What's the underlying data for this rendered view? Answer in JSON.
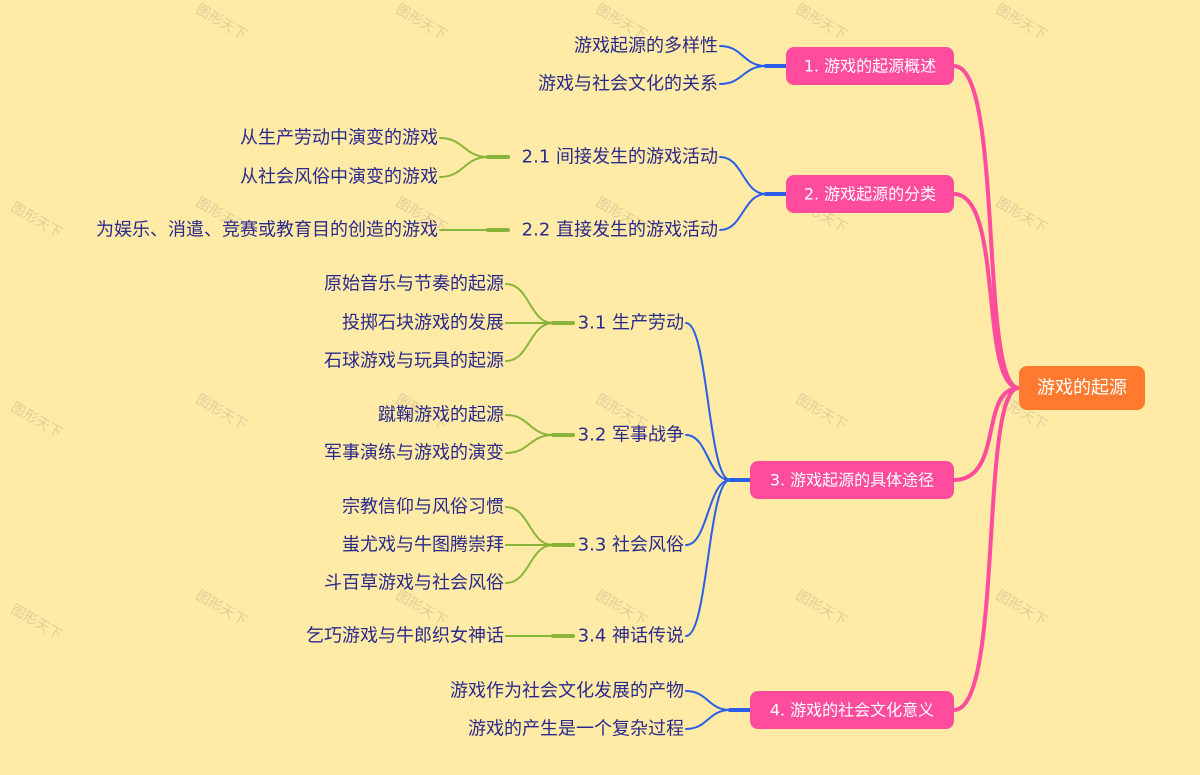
{
  "root": {
    "label": "游戏的起源"
  },
  "watermark": "图形天下",
  "colors": {
    "background": "#ffeaa6",
    "root": "#ff7a2e",
    "level1": "#ff4c9c",
    "link_root": "#ff4c9c",
    "link_level1": "#2a5ee8",
    "link_level2": "#8ab33a",
    "text": "#2a2a8c"
  },
  "branches": [
    {
      "label": "1. 游戏的起源概述",
      "children": [
        {
          "label": "游戏起源的多样性"
        },
        {
          "label": "游戏与社会文化的关系"
        }
      ]
    },
    {
      "label": "2. 游戏起源的分类",
      "children": [
        {
          "label": "2.1 间接发生的游戏活动",
          "children": [
            {
              "label": "从生产劳动中演变的游戏"
            },
            {
              "label": "从社会风俗中演变的游戏"
            }
          ]
        },
        {
          "label": "2.2 直接发生的游戏活动",
          "children": [
            {
              "label": "为娱乐、消遣、竞赛或教育目的创造的游戏"
            }
          ]
        }
      ]
    },
    {
      "label": "3. 游戏起源的具体途径",
      "children": [
        {
          "label": "3.1 生产劳动",
          "children": [
            {
              "label": "原始音乐与节奏的起源"
            },
            {
              "label": "投掷石块游戏的发展"
            },
            {
              "label": "石球游戏与玩具的起源"
            }
          ]
        },
        {
          "label": "3.2 军事战争",
          "children": [
            {
              "label": "蹴鞠游戏的起源"
            },
            {
              "label": "军事演练与游戏的演变"
            }
          ]
        },
        {
          "label": "3.3 社会风俗",
          "children": [
            {
              "label": "宗教信仰与风俗习惯"
            },
            {
              "label": "蚩尤戏与牛图腾崇拜"
            },
            {
              "label": "斗百草游戏与社会风俗"
            }
          ]
        },
        {
          "label": "3.4 神话传说",
          "children": [
            {
              "label": "乞巧游戏与牛郎织女神话"
            }
          ]
        }
      ]
    },
    {
      "label": "4. 游戏的社会文化意义",
      "children": [
        {
          "label": "游戏作为社会文化发展的产物"
        },
        {
          "label": "游戏的产生是一个复杂过程"
        }
      ]
    }
  ]
}
